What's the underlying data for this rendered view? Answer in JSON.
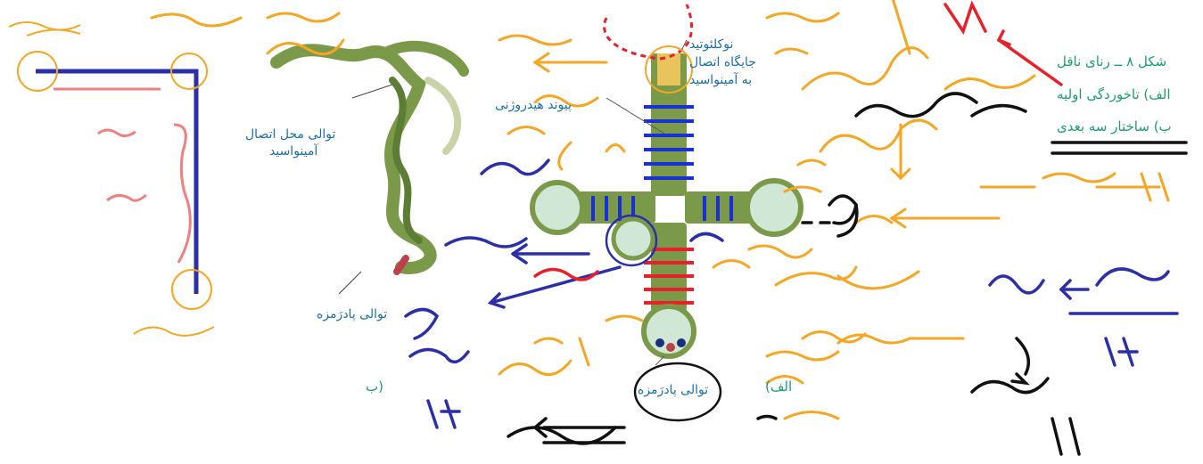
{
  "labels": {
    "acceptor_site": "جایگاه اتصال",
    "acceptor_site_2": "به آمینواسید",
    "nucleotide": "نوکلئوتید",
    "hydrogen_bond": "پیوند هیدروژنی",
    "amino_seq_1": "توالی محل اتصال",
    "amino_seq_2": "آمینواسید",
    "anticodon_left": "توالی پادرَمزه",
    "anticodon_bottom": "توالی پادرَمزه",
    "part_b": "ب)",
    "part_a": "(الف"
  },
  "caption": {
    "line1": "شکل ۸ ــ رنای ناقل",
    "line2": "الف) تاخوردگی اولیه",
    "line3": "ب) ساختار سه بعدی"
  },
  "colors": {
    "orange_ink": "#f5a623",
    "blue_ink": "#2b2fa8",
    "red_ink": "#e8202a",
    "pink_ink": "#f08080",
    "black_ink": "#111111",
    "trna_green": "#7a9a4a",
    "loop_fill": "#cfe7d4",
    "loop_dot": "#2ad1c0",
    "label_blue": "#1a6fa8",
    "caption_green": "#1aa06a"
  }
}
